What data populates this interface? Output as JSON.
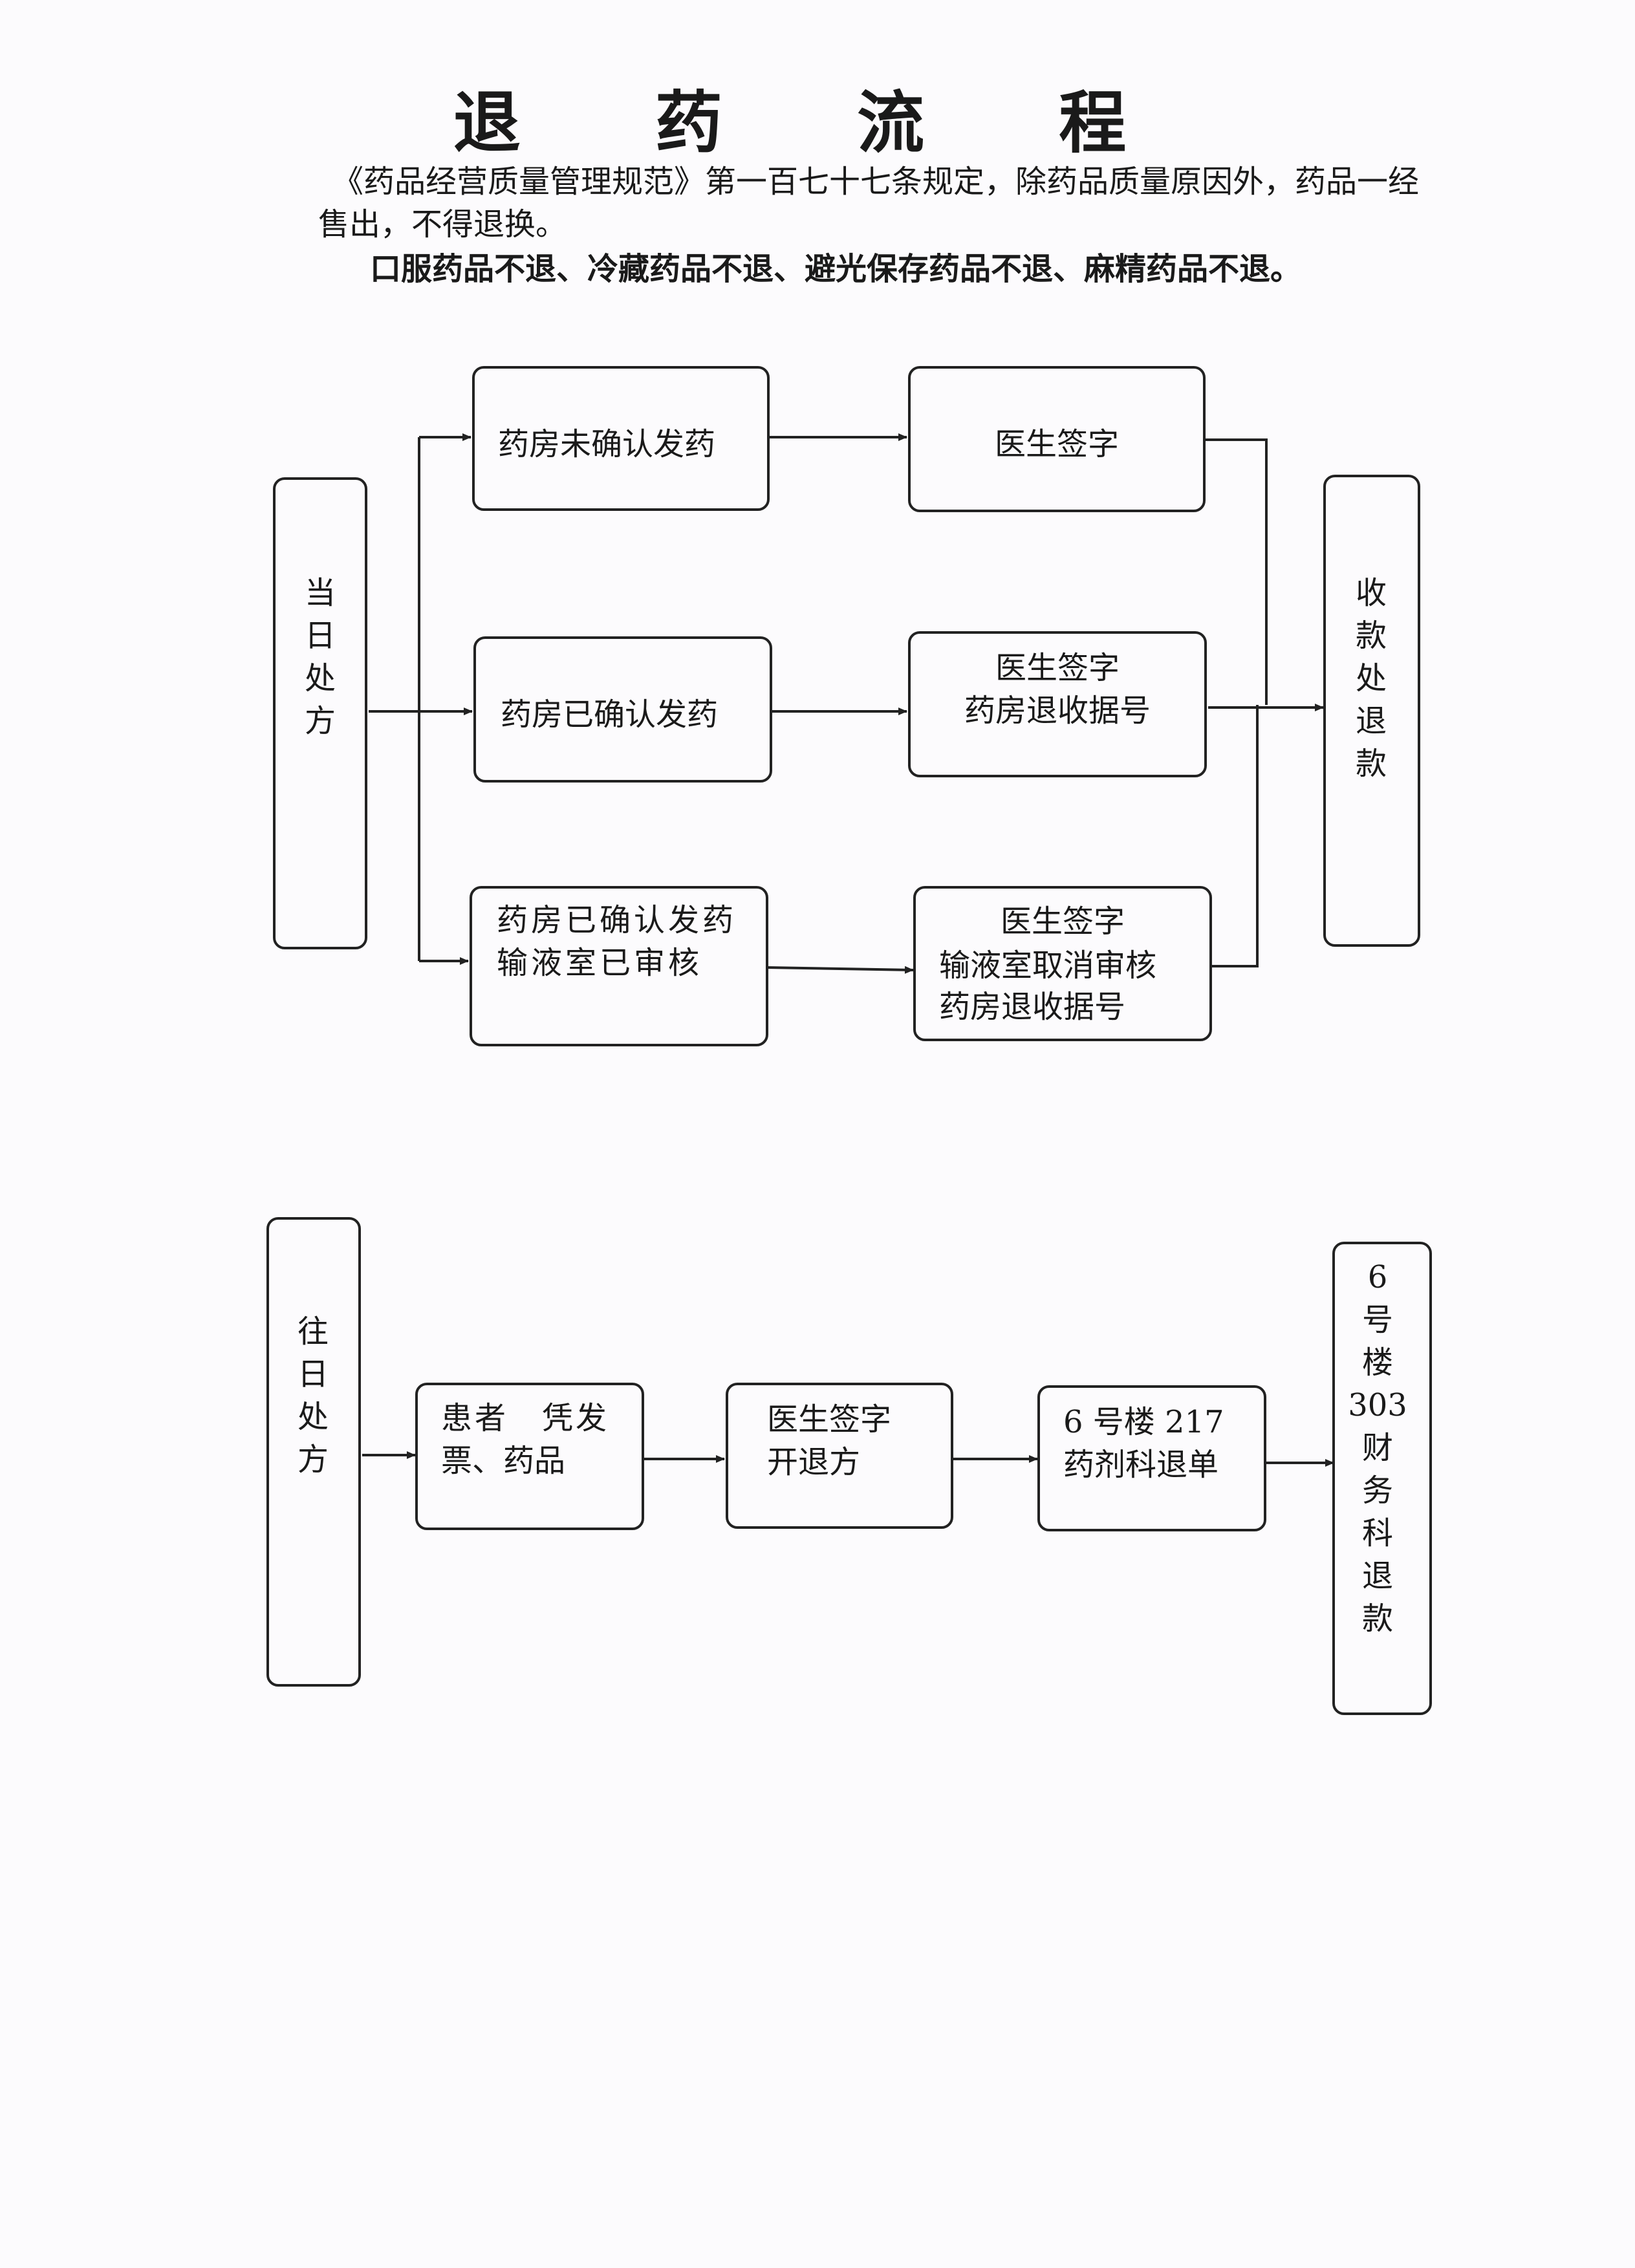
{
  "title": "退 药 流 程",
  "intro": {
    "line1": "《药品经营质量管理规范》第一百七十七条规定，除药品质量原因外，药品一经",
    "line2": "售出，不得退换。"
  },
  "note": "口服药品不退、冷藏药品不退、避光保存药品不退、麻精药品不退。",
  "same_day": {
    "source_chars": [
      "当",
      "日",
      "处",
      "方"
    ],
    "rows": [
      {
        "status": [
          "药房未确认发药"
        ],
        "action": [
          "医生签字"
        ]
      },
      {
        "status": [
          "药房已确认发药"
        ],
        "action": [
          "医生签字",
          "药房退收据号"
        ]
      },
      {
        "status": [
          "药房已确认发药",
          "输液室已审核"
        ],
        "action": [
          "医生签字",
          "输液室取消审核",
          "药房退收据号"
        ]
      }
    ],
    "target_chars": [
      "收",
      "款",
      "处",
      "退",
      "款"
    ]
  },
  "previous_day": {
    "source_chars": [
      "往",
      "日",
      "处",
      "方"
    ],
    "steps": [
      [
        "患者　凭发",
        "票、药品"
      ],
      [
        "医生签字",
        "开退方"
      ],
      [
        "6 号楼 217",
        "药剂科退单"
      ]
    ],
    "target_chars": [
      "6",
      "号",
      "楼",
      "303",
      "财",
      "务",
      "科",
      "退",
      "款"
    ]
  }
}
